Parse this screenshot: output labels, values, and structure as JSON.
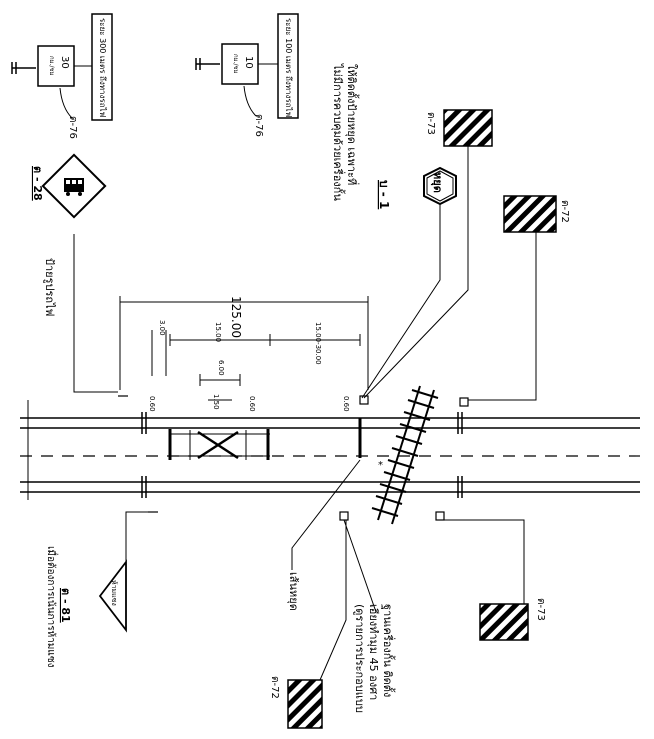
{
  "labels": {
    "sign_t76_a": "ต-76",
    "sign_t76_b": "ต-76",
    "sign_t73_top": "ต-73",
    "sign_t72_top": "ต-72",
    "sign_t73_bottom": "ต-73",
    "sign_t72_bottom": "ต-72",
    "sign_t28": "ต - 28",
    "sign_t81": "ต - 81",
    "sign_n1": "บ - 1",
    "speed_30": "30",
    "speed_10": "10",
    "speed_unit_a": "กม./ชม",
    "speed_unit_b": "กม./ชม",
    "board_300": "ระยะ 300 เมตร ถึงทางรถไฟ",
    "board_100": "ระยะ 100 เมตร ถึงทางรถไฟ",
    "stop_sign_text": "หยุด",
    "n1_note": "ให้ติดตั้งป้ายหยุด เฉพาะที่ ไม่มีการควบคุมด้วยเครื่องกั้น",
    "t28_note": "ป้ายรูปรถไฟ",
    "t81_note": "เมื่อต้องการเน้นการห้ามแซง",
    "t81_sign_text": "ห้ามแซง",
    "stop_line_note": "เส้นหยุด",
    "barrier_note": "ฐานเครื่องกั้น ติดตั้ง",
    "angle_note": "เอียงทำมุม 45 องศา",
    "detail_note": "(ดูรายการประกอบแบบ",
    "dim_total": "125.00",
    "dim_range": "15.00-30.00",
    "dim_15": "15.00",
    "dim_3": "3.00",
    "dim_6": "6.00",
    "dim_150": "1.50",
    "dim_060_a": "0.60",
    "dim_060_b": "0.60",
    "dim_060_c": "0.60"
  }
}
